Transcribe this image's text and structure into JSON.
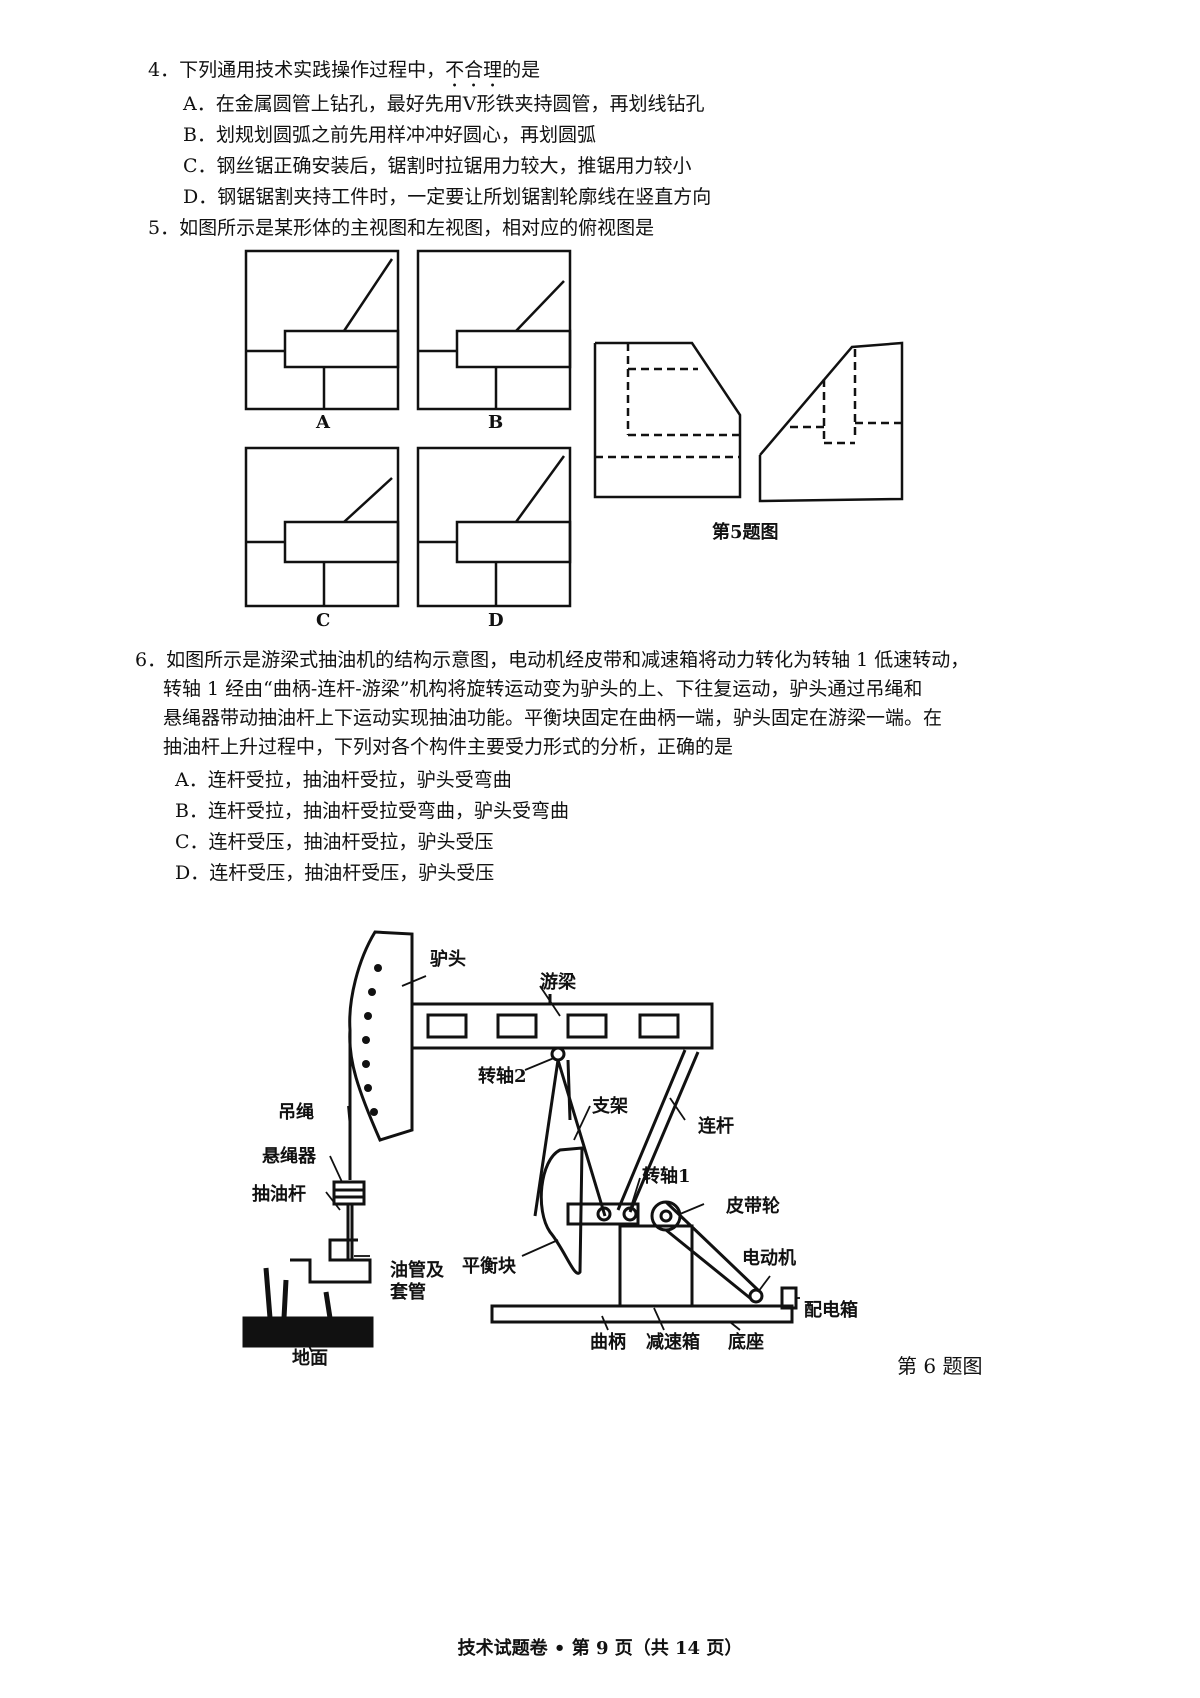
{
  "q4": {
    "stem_pre": "4．下列通用技术实践操作过程中，",
    "stem_emph": "不合理",
    "stem_post": "的是",
    "options": [
      "A．在金属圆管上钻孔，最好先用V形铁夹持圆管，再划线钻孔",
      "B．划规划圆弧之前先用样冲冲好圆心，再划圆弧",
      "C．钢丝锯正确安装后，锯割时拉锯用力较大，推锯用力较小",
      "D．钢锯锯割夹持工件时，一定要让所划锯割轮廓线在竖直方向"
    ]
  },
  "q5": {
    "stem": "5．如图所示是某形体的主视图和左视图，相对应的俯视图是",
    "choice_labels": [
      "A",
      "B",
      "C",
      "D"
    ],
    "caption": "第5题图"
  },
  "q6": {
    "stem_lines": [
      "6．如图所示是游梁式抽油机的结构示意图，电动机经皮带和减速箱将动力转化为转轴 1 低速转动，",
      "转轴 1 经由“曲柄-连杆-游梁”机构将旋转运动变为驴头的上、下往复运动，驴头通过吊绳和",
      "悬绳器带动抽油杆上下运动实现抽油功能。平衡块固定在曲柄一端，驴头固定在游梁一端。在",
      "抽油杆上升过程中，下列对各个构件主要受力形式的分析，正确的是"
    ],
    "options": [
      "A．连杆受拉，抽油杆受拉，驴头受弯曲",
      "B．连杆受拉，抽油杆受拉受弯曲，驴头受弯曲",
      "C．连杆受压，抽油杆受拉，驴头受压",
      "D．连杆受压，抽油杆受压，驴头受压"
    ],
    "diagram_labels": {
      "donkey_head": "驴头",
      "walking_beam": "游梁",
      "shaft2": "转轴2",
      "bracket": "支架",
      "connecting_rod": "连杆",
      "hanging_rope": "吊绳",
      "rope_hanger": "悬绳器",
      "sucker_rod": "抽油杆",
      "shaft1": "转轴1",
      "belt_pulley": "皮带轮",
      "counterweight": "平衡块",
      "motor": "电动机",
      "tubing_line1": "油管及",
      "tubing_line2": "套管",
      "distribution_box": "配电箱",
      "crank": "曲柄",
      "reducer": "减速箱",
      "base": "底座",
      "ground": "地面"
    },
    "caption": "第 6 题图"
  },
  "footer": "技术试题卷 • 第 9 页（共 14 页）"
}
